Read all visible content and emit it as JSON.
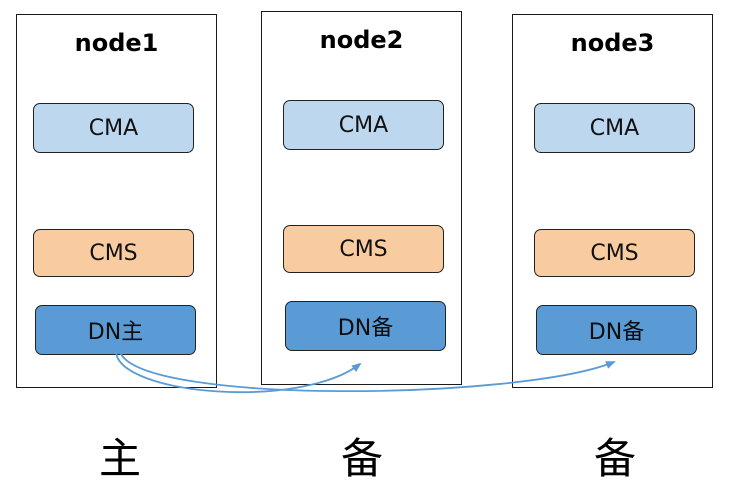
{
  "nodes": [
    {
      "title": "node1",
      "cma": "CMA",
      "cms": "CMS",
      "dn": "DN主"
    },
    {
      "title": "node2",
      "cma": "CMA",
      "cms": "CMS",
      "dn": "DN备"
    },
    {
      "title": "node3",
      "cma": "CMA",
      "cms": "CMS",
      "dn": "DN备"
    }
  ],
  "roles": [
    "主",
    "备",
    "备"
  ],
  "colors": {
    "cma_fill": "#bdd7ee",
    "cms_fill": "#f8cba0",
    "dn_fill": "#5b9bd5",
    "arrow": "#5b9bd5"
  }
}
